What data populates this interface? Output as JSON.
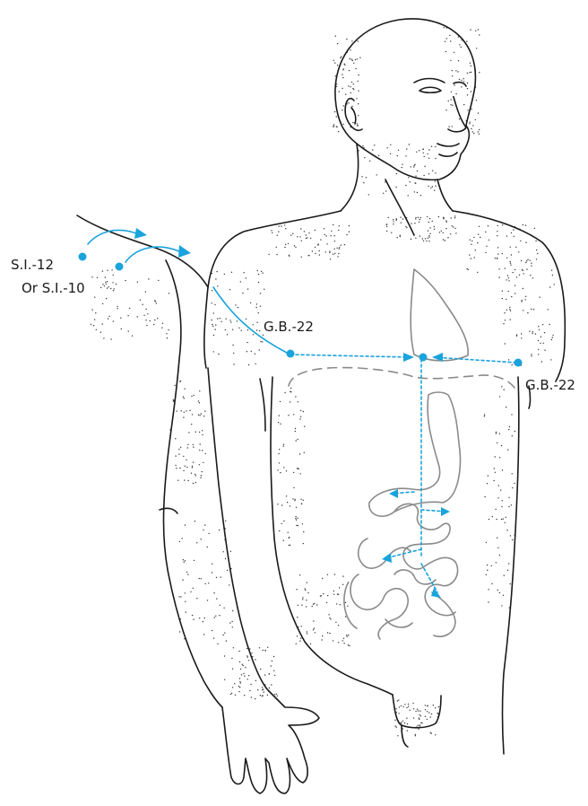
{
  "labels": {
    "si12": "S.I.-12",
    "si10": "Or  S.I.-10",
    "gb22_left": "G.B.-22",
    "gb22_right": "G.B.-22"
  },
  "colors": {
    "line": "#1a1a1a",
    "accent": "#1aa3dc",
    "organ": "#8a8a8a",
    "stipple": "#333333"
  }
}
